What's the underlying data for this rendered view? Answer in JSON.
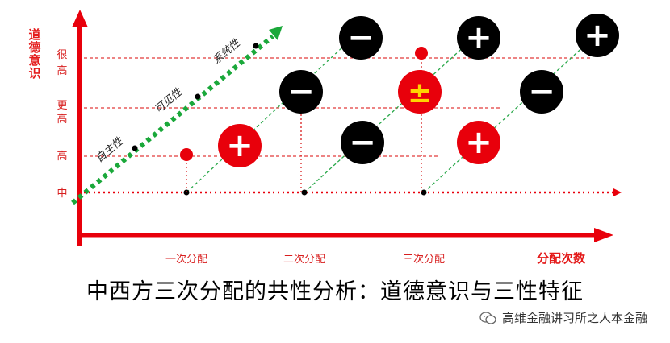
{
  "diagram": {
    "y_axis_title": "道德意识",
    "x_axis_title": "分配次数",
    "y_levels": [
      "中",
      "高",
      "更高",
      "很高"
    ],
    "x_stages": [
      "一次分配",
      "二次分配",
      "三次分配"
    ],
    "diagonal_labels": [
      "自主性",
      "可见性",
      "系统性"
    ],
    "points": [
      {
        "stage": "一次分配",
        "level": "高",
        "sign": "+",
        "color": "#e8000b"
      },
      {
        "stage": "二次分配",
        "level": "高",
        "sign": "−",
        "color": "#000000"
      },
      {
        "stage": "二次分配",
        "level": "更高",
        "sign": "−",
        "color": "#000000"
      },
      {
        "stage": "二次分配",
        "level": "很高",
        "sign": "−",
        "color": "#000000"
      },
      {
        "stage": "三次分配",
        "level": "高",
        "sign": "+",
        "color": "#e8000b"
      },
      {
        "stage": "三次分配",
        "level": "更高",
        "sign": "±",
        "color": "#e8000b"
      },
      {
        "stage": "三次分配",
        "level": "很高",
        "sign": "+",
        "color": "#000000"
      },
      {
        "stage": "三次分配+",
        "level": "更高",
        "sign": "−",
        "color": "#000000"
      },
      {
        "stage": "三次分配+",
        "level": "很高",
        "sign": "+",
        "color": "#000000"
      }
    ],
    "colors": {
      "axis": "#e8000b",
      "guide": "#e23b3b",
      "diagonal": "#1aa83a",
      "green_dash": "#2aa84a"
    }
  },
  "title": "中西方三次分配的共性分析：道德意识与三性特征",
  "watermark": "高维金融讲习所之人本金融"
}
